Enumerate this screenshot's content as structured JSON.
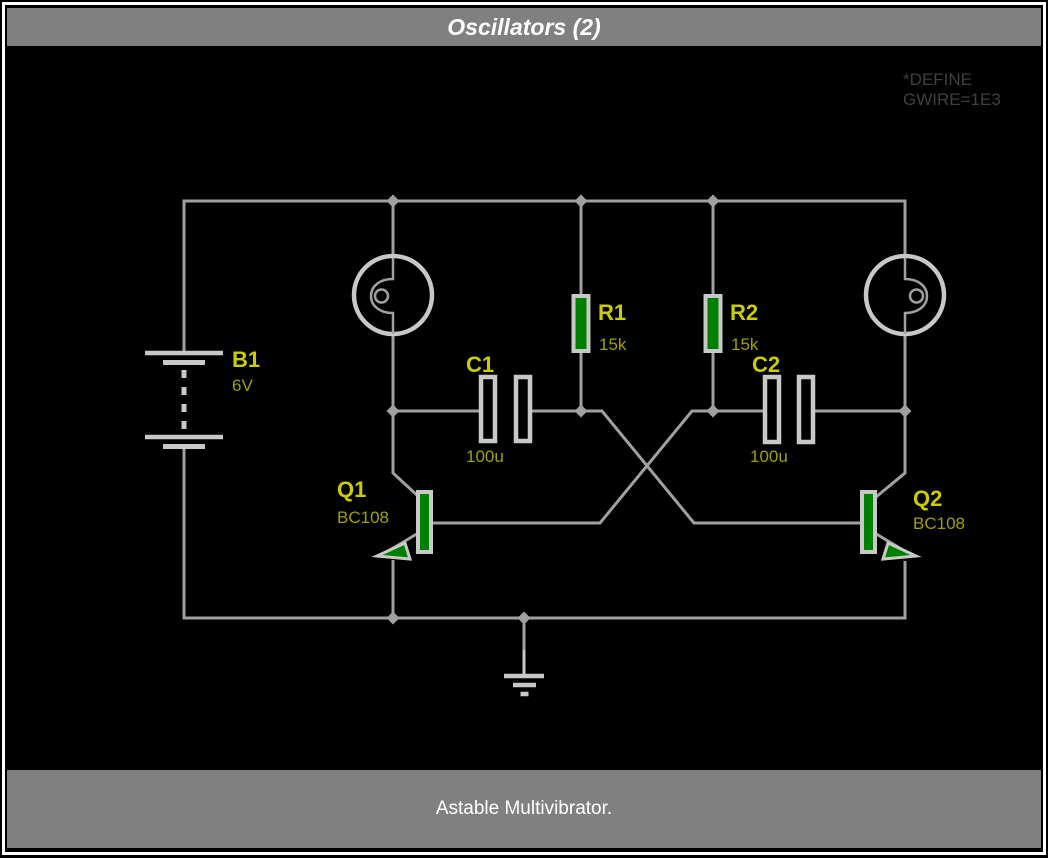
{
  "window": {
    "title": "Oscillators (2)",
    "caption": "Astable Multivibrator."
  },
  "directive": {
    "line1": "*DEFINE",
    "line2": "GWIRE=1E3"
  },
  "components": {
    "battery": {
      "ref": "B1",
      "value": "6V",
      "type": "battery"
    },
    "lamp_left": {
      "type": "lamp"
    },
    "lamp_right": {
      "type": "lamp"
    },
    "r1": {
      "ref": "R1",
      "value": "15k",
      "type": "resistor"
    },
    "r2": {
      "ref": "R2",
      "value": "15k",
      "type": "resistor"
    },
    "c1": {
      "ref": "C1",
      "value": "100u",
      "type": "capacitor"
    },
    "c2": {
      "ref": "C2",
      "value": "100u",
      "type": "capacitor"
    },
    "q1": {
      "ref": "Q1",
      "value": "BC108",
      "type": "npn-transistor"
    },
    "q2": {
      "ref": "Q2",
      "value": "BC108",
      "type": "npn-transistor"
    },
    "ground": {
      "type": "ground"
    }
  },
  "colors": {
    "titlebar_bg": "#808080",
    "titlebar_text": "#FFFFFF",
    "canvas_bg": "#000000",
    "wire": "#A0A0A0",
    "component_outline": "#C8C8C8",
    "component_fill_green": "#008000",
    "label_ref": "#CCCC00",
    "label_value": "#A0A000",
    "directive_text": "#404040"
  }
}
